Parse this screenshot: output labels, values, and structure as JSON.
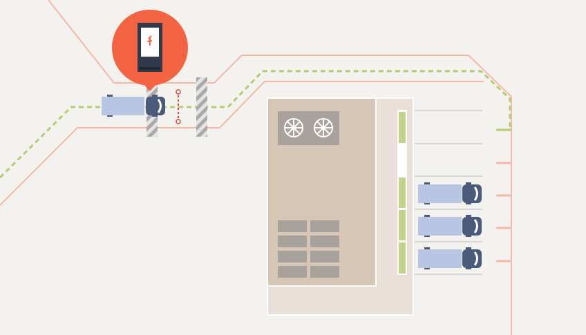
{
  "scene": {
    "kiosk_marker_icon": "digital-kiosk-icon",
    "trucks": {
      "gate": {
        "count": 1,
        "direction": "right"
      },
      "docked": {
        "count": 3,
        "direction": "right"
      }
    },
    "dock_doors": {
      "count": 5,
      "states": [
        "available",
        "open",
        "available",
        "available",
        "available"
      ]
    },
    "colors": {
      "background": "#f3f2ef",
      "road_line": "#f6b7a8",
      "route_dash": "#b5cc73",
      "marker": "#f46342",
      "building": "#d6c6b6",
      "building_outline": "#ffffff",
      "truck_trailer": "#b8c6e4",
      "truck_cab": "#4a5a7a",
      "dock_available": "#c3d389",
      "gate_hatch": "#a9a9a9",
      "sensor_beam": "#e0452b"
    }
  }
}
